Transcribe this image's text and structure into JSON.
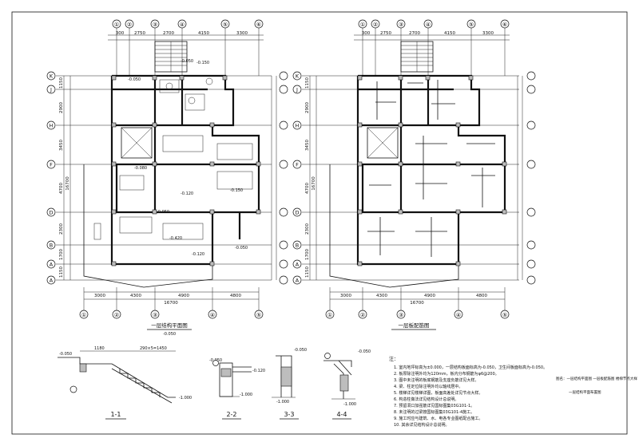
{
  "drawing": {
    "border_color": "#111111",
    "line_color": "#111111",
    "background": "#ffffff"
  },
  "plans": [
    {
      "id": "left",
      "top_axes": [
        "①",
        "②",
        "③",
        "④",
        "⑤",
        "⑥"
      ],
      "top_dims": [
        "300",
        "2750",
        "2700",
        "4150",
        "3300"
      ],
      "bottom_axes": [
        "①",
        "②",
        "③",
        "④",
        "⑤"
      ],
      "bottom_dims": [
        "3000",
        "4300",
        "4900",
        "4800"
      ],
      "bottom_total": "16700",
      "left_axes": [
        "K",
        "J",
        "H",
        "F",
        "D",
        "B",
        "A",
        "A"
      ],
      "left_dims": [
        "1150",
        "2900",
        "3450",
        "4700",
        "2300",
        "1700",
        "1150"
      ],
      "left_total": "16700",
      "title": "一层结构平面图",
      "title_sub": "-0.050",
      "labels": [
        "-0.050",
        "-0.150",
        "-0.050",
        "-0.080",
        "-0.150",
        "-0.120",
        "-0.050",
        "-0.420",
        "-0.050",
        "-0.120"
      ]
    },
    {
      "id": "right",
      "top_axes": [
        "①",
        "②",
        "③",
        "④",
        "⑤",
        "⑥"
      ],
      "top_dims": [
        "300",
        "2750",
        "2700",
        "4150",
        "3300"
      ],
      "bottom_axes": [
        "①",
        "②",
        "③",
        "④",
        "⑤"
      ],
      "bottom_dims": [
        "3000",
        "4300",
        "4900",
        "4800"
      ],
      "bottom_total": "16700",
      "left_axes": [
        "K",
        "J",
        "H",
        "F",
        "D",
        "B",
        "A",
        "A"
      ],
      "left_dims": [
        "1150",
        "2900",
        "3450",
        "4700",
        "2300",
        "1700",
        "1150"
      ],
      "left_total": "16700",
      "title": "一层板配筋图",
      "title_sub": "",
      "labels": []
    }
  ],
  "sections": [
    {
      "label": "1-1",
      "dims": [
        "1180",
        "290×5=1450"
      ],
      "levels": [
        "-0.050",
        "-1.000"
      ]
    },
    {
      "label": "2-2",
      "dims": [
        "-0.050",
        "-0.120"
      ],
      "levels": [
        "-1.000"
      ]
    },
    {
      "label": "3-3",
      "dims": [
        "-0.050"
      ],
      "levels": [
        "-1.000"
      ]
    },
    {
      "label": "4-4",
      "dims": [
        "-0.050"
      ],
      "levels": [
        "-1.000"
      ]
    }
  ],
  "notes": {
    "heading": "注：",
    "items": [
      "1. 室内地坪标高为±0.000，一层结构板面标高为-0.050，卫生间板面标高为-0.050。",
      "2. 板厚除注明外均为120mm，板内分布钢筋为φ6@200。",
      "3. 图中未注明的板底钢筋及支座负筋详见大样。",
      "4. 梁、柱定位除注明外均以轴线居中。",
      "5. 楼梯详见楼梯详图，板面高差处详见节点大样。",
      "6. 构造柱做法详见结构设计总说明。",
      "7. 预留洞口加强筋详见国标图集03G101-1。",
      "8. 未注明的过梁按国标图集03G101-4施工。",
      "9. 施工时应与建筑、水、电各专业图纸配合施工。",
      "10. 其余详见结构设计总说明。"
    ]
  },
  "title_block": {
    "line1": "图名：一层结构平面图 一层板配筋图 楼梯节点大样",
    "line2": "一层结构平面布置图"
  }
}
